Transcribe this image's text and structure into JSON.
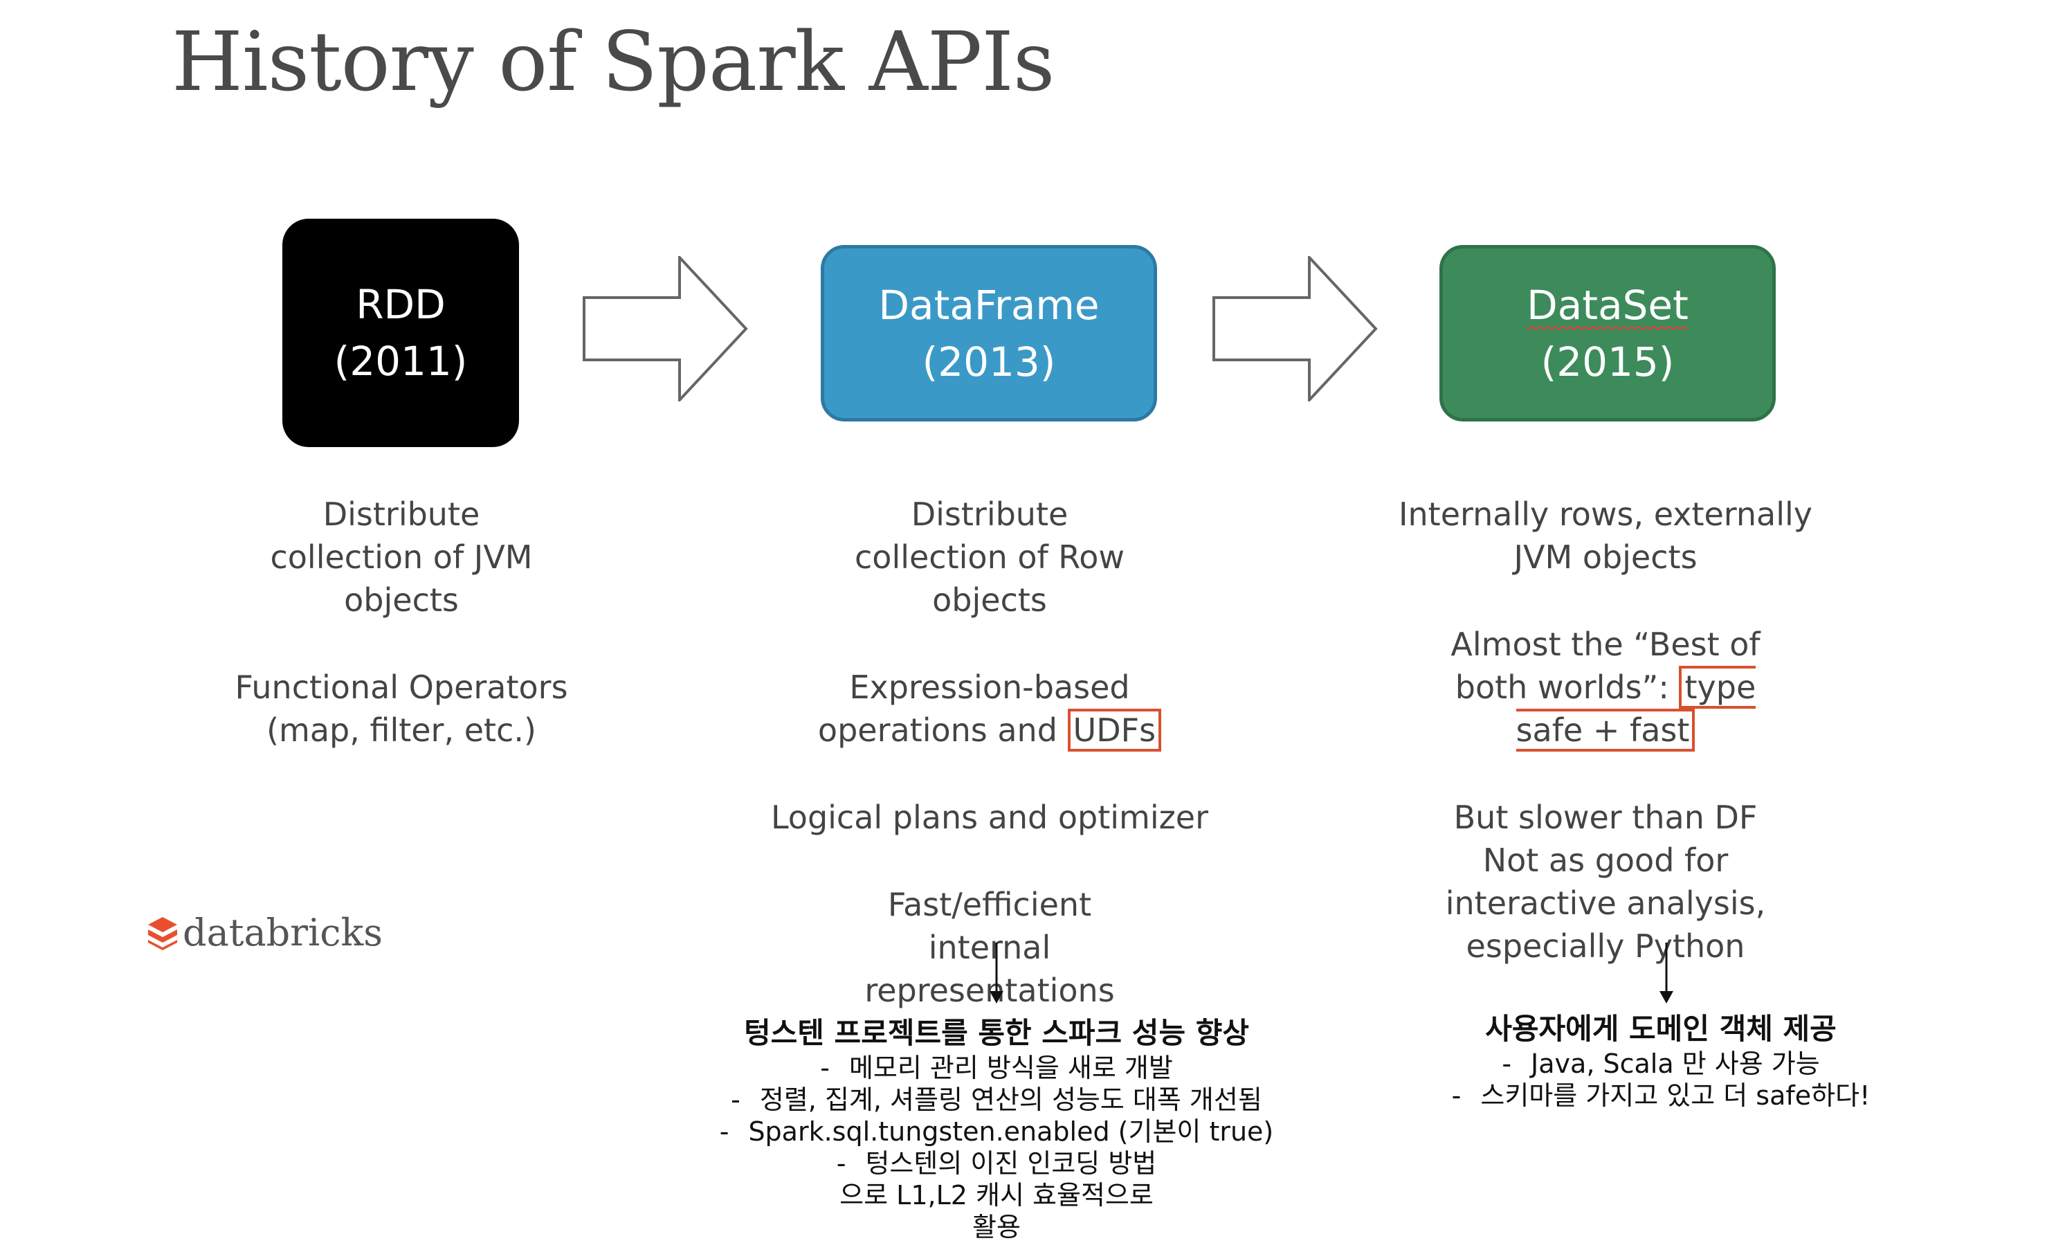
{
  "title": "History of Spark APIs",
  "boxes": [
    {
      "name": "RDD",
      "year": "(2011)",
      "color": "#000000"
    },
    {
      "name": "DataFrame",
      "year": "(2013)",
      "color": "#3b99c7"
    },
    {
      "name": "DataSet",
      "year": "(2015)",
      "color": "#3d8b5b"
    }
  ],
  "columns": {
    "rdd": {
      "p1": "Distribute collection of JVM objects",
      "p2": "Functional Operators (map, filter, etc.)"
    },
    "dataframe": {
      "p1": "Distribute collection of Row objects",
      "p2_pre": "Expression-based operations and ",
      "p2_hl": "UDFs",
      "p3": "Logical plans and optimizer",
      "p4": "Fast/efficient internal representations"
    },
    "dataset": {
      "p1": "Internally rows, externally JVM objects",
      "p2_pre": "Almost the “Best of both worlds”: ",
      "p2_hl": "type safe + fast",
      "p3a": "But slower than DF",
      "p3b": "Not as good for interactive analysis, especially Python"
    }
  },
  "logo": {
    "text": "databricks",
    "color": "#e8502d"
  },
  "highlight_color": "#d9502f",
  "notes": {
    "dataframe": {
      "title": "텅스텐 프로젝트를 통한 스파크 성능 향상",
      "items": [
        "메모리 관리 방식을 새로 개발",
        "정렬, 집계, 셔플링 연산의 성능도 대폭 개선됨",
        "Spark.sql.tungsten.enabled (기본이 true)",
        "텅스텐의 이진 인코딩 방법으로 L1,L2 캐시 효율적으로 활용"
      ]
    },
    "dataset": {
      "title": "사용자에게 도메인 객체 제공",
      "items": [
        "Java, Scala 만 사용 가능",
        "스키마를 가지고 있고 더 safe하다!"
      ]
    }
  }
}
